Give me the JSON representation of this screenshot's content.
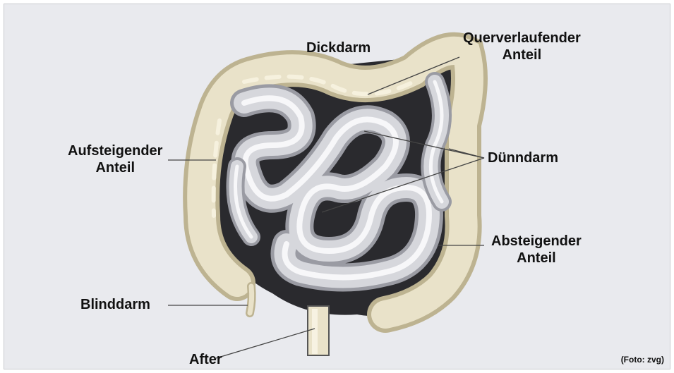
{
  "labels": {
    "dickdarm": "Dickdarm",
    "querverlaufender_line1": "Querverlaufender",
    "querverlaufender_line2": "Anteil",
    "aufsteigender_line1": "Aufsteigender",
    "aufsteigender_line2": "Anteil",
    "duenndarm": "Dünndarm",
    "absteigender_line1": "Absteigender",
    "absteigender_line2": "Anteil",
    "blinddarm": "Blinddarm",
    "after": "After"
  },
  "credit": "(Foto: zvg)",
  "colors": {
    "background": "#e9eaee",
    "colon": "#e9e2c9",
    "colon_shadow": "#bdb391",
    "small_intestine": "#d6d7dc",
    "small_intestine_highlight": "#f7f7f9",
    "cavity": "#2a2a2e",
    "leader_line": "#444444"
  }
}
